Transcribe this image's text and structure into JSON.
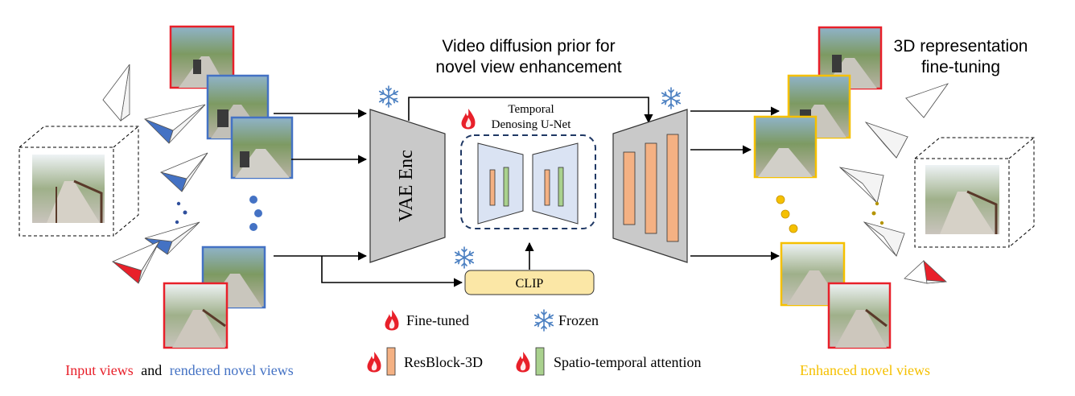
{
  "title": {
    "line1": "Video diffusion prior for",
    "line2": "novel view enhancement"
  },
  "right_title": {
    "line1": "3D representation",
    "line2": "fine-tuning"
  },
  "blocks": {
    "vae_enc": "VAE Enc",
    "unet_line1": "Temporal",
    "unet_line2": "Denosing U-Net",
    "clip": "CLIP"
  },
  "legend": {
    "fine_tuned": "Fine-tuned",
    "frozen": "Frozen",
    "resblock": "ResBlock-3D",
    "attention": "Spatio-temporal attention"
  },
  "captions": {
    "input_views": "Input views",
    "and": "and",
    "rendered_novel_views": "rendered novel views",
    "enhanced_novel_views": "Enhanced novel views"
  },
  "colors": {
    "input_red": "#e8202a",
    "rendered_blue": "#4472c4",
    "enhanced_yellow": "#f5c000",
    "camera_yellow": "#f7e22a",
    "clip_fill": "#fbe7a6",
    "resblock_fill": "#f4b183",
    "attention_fill": "#a9d18e",
    "enc_grey": "#c9c9c9",
    "unet_fill": "#dae3f3",
    "unet_border": "#1f3864"
  }
}
